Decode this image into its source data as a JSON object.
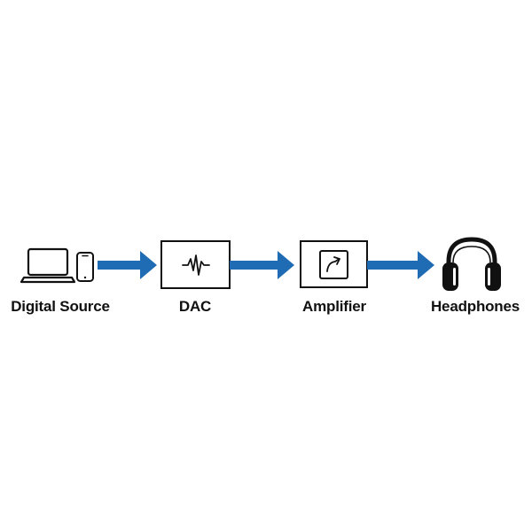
{
  "diagram": {
    "nodes": [
      {
        "id": "source",
        "label": "Digital Source",
        "icons": [
          "laptop-icon",
          "smartphone-icon"
        ]
      },
      {
        "id": "dac",
        "label": "DAC",
        "icons": [
          "waveform-icon"
        ]
      },
      {
        "id": "amp",
        "label": "Amplifier",
        "icons": [
          "amplify-arrow-icon"
        ]
      },
      {
        "id": "phones",
        "label": "Headphones",
        "icons": [
          "headphones-icon"
        ]
      }
    ],
    "edges": [
      {
        "from": "source",
        "to": "dac"
      },
      {
        "from": "dac",
        "to": "amp"
      },
      {
        "from": "amp",
        "to": "phones"
      }
    ],
    "colors": {
      "arrow": "#1f6bb4",
      "stroke": "#111111",
      "background": "#ffffff"
    }
  }
}
